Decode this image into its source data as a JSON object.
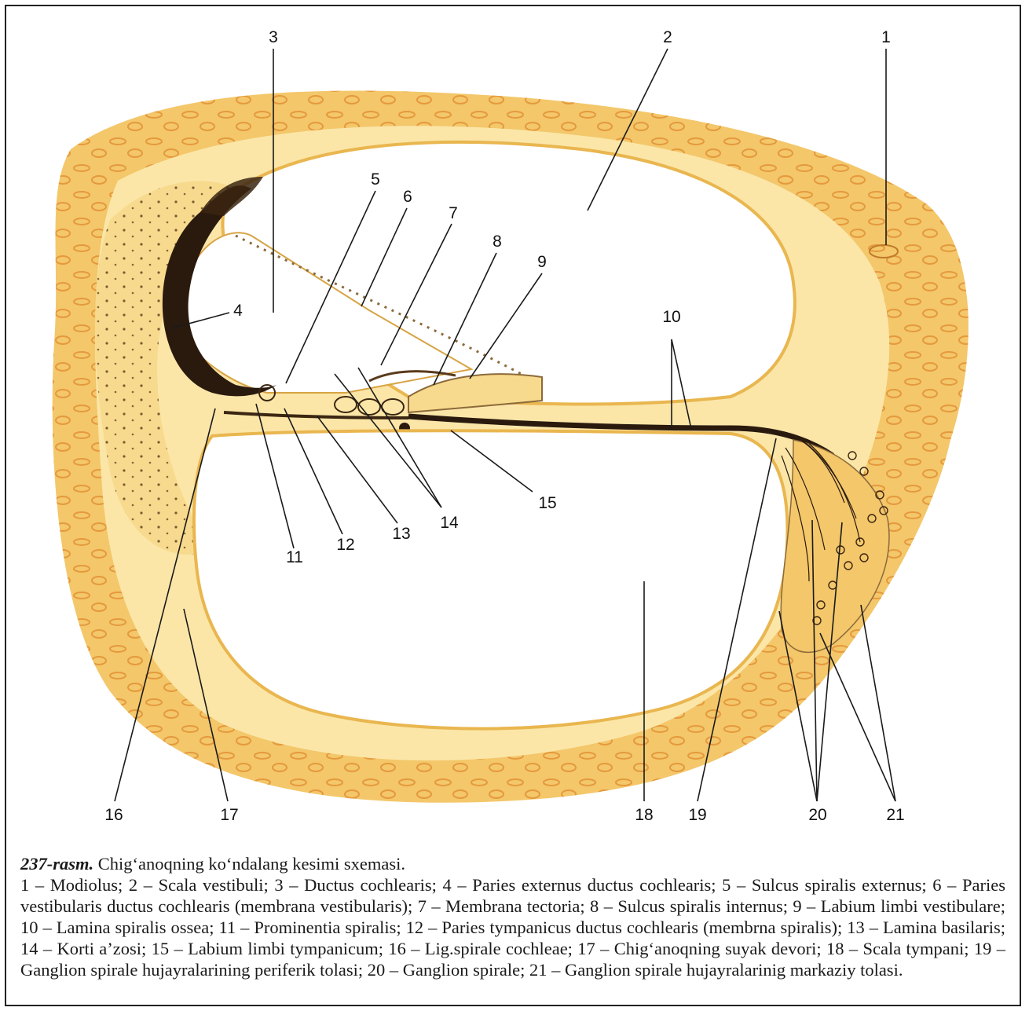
{
  "figure": {
    "labels": [
      {
        "id": "1",
        "text": "1"
      },
      {
        "id": "2",
        "text": "2"
      },
      {
        "id": "3",
        "text": "3"
      },
      {
        "id": "4",
        "text": "4"
      },
      {
        "id": "5",
        "text": "5"
      },
      {
        "id": "6",
        "text": "6"
      },
      {
        "id": "7",
        "text": "7"
      },
      {
        "id": "8",
        "text": "8"
      },
      {
        "id": "9",
        "text": "9"
      },
      {
        "id": "10",
        "text": "10"
      },
      {
        "id": "11",
        "text": "11"
      },
      {
        "id": "12",
        "text": "12"
      },
      {
        "id": "13",
        "text": "13"
      },
      {
        "id": "14",
        "text": "14"
      },
      {
        "id": "15",
        "text": "15"
      },
      {
        "id": "16",
        "text": "16"
      },
      {
        "id": "17",
        "text": "17"
      },
      {
        "id": "18",
        "text": "18"
      },
      {
        "id": "19",
        "text": "19"
      },
      {
        "id": "20",
        "text": "20"
      },
      {
        "id": "21",
        "text": "21"
      }
    ],
    "colors": {
      "bone": "#f3c76a",
      "bone_light": "#fbe6a8",
      "bone_pale": "#fdf2cf",
      "tissue_dark": "#2a1a0e",
      "cavity": "#ffffff",
      "vessel": "#e8963a"
    }
  },
  "caption": {
    "number": "237-rasm.",
    "title": "Chig‘anoqning ko‘ndalang kesimi sxemasi.",
    "legend": "1 – Modiolus; 2 – Scala vestibuli; 3 – Ductus cochlearis; 4 – Paries externus ductus cochlearis; 5 – Sulcus spiralis externus; 6 – Paries vestibularis ductus cochlearis (membrana vestibularis); 7 – Membrana tectoria; 8 – Sulcus spiralis internus; 9 – Labium limbi vestibulare; 10 – Lamina spiralis ossea; 11 – Prominentia spiralis; 12 – Paries tympanicus ductus cochlearis (membrna spiralis); 13 – Lamina basilaris; 14 – Korti a’zosi; 15 – Labium limbi tympanicum; 16 – Lig.spirale cochleae; 17 – Chig‘anoqning suyak devori; 18 – Scala tympani; 19 – Ganglion spirale hujayralarining periferik tolasi; 20 – Ganglion spirale; 21 – Ganglion spirale hujayralarinig markaziy tolasi."
  }
}
